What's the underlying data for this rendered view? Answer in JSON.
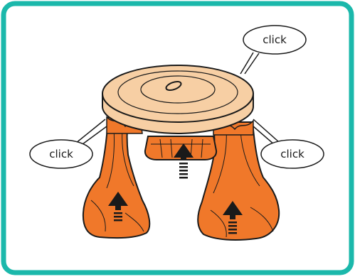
{
  "callouts": {
    "top": "click",
    "left": "click",
    "right": "click"
  },
  "icons": {
    "arrow_left_leg": "up-arrow-icon",
    "arrow_center": "up-arrow-icon",
    "arrow_right_leg": "up-arrow-icon"
  },
  "colors": {
    "frame_border": "#1bb8ab",
    "seat_fill": "#f7cfa4",
    "leg_fill": "#f0782a",
    "outline": "#1a1a1a"
  }
}
